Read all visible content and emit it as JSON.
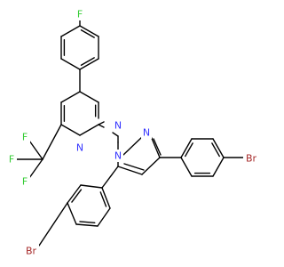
{
  "structure": {
    "atom_labels": [
      {
        "id": "F_top",
        "text": "F",
        "color": "#33CC33"
      },
      {
        "id": "N_pyr_upper",
        "text": "N",
        "color": "#3333FF"
      },
      {
        "id": "N_pyr_lower",
        "text": "N",
        "color": "#3333FF"
      },
      {
        "id": "CF3_F1",
        "text": "F",
        "color": "#33CC33"
      },
      {
        "id": "CF3_F2",
        "text": "F",
        "color": "#33CC33"
      },
      {
        "id": "CF3_F3",
        "text": "F",
        "color": "#33CC33"
      },
      {
        "id": "N_pz_upper",
        "text": "N",
        "color": "#3333FF"
      },
      {
        "id": "N_pz_lower",
        "text": "N",
        "color": "#3333FF"
      },
      {
        "id": "Br_right",
        "text": "Br",
        "color": "#A62929"
      },
      {
        "id": "Br_bottom",
        "text": "Br",
        "color": "#A62929"
      }
    ]
  }
}
